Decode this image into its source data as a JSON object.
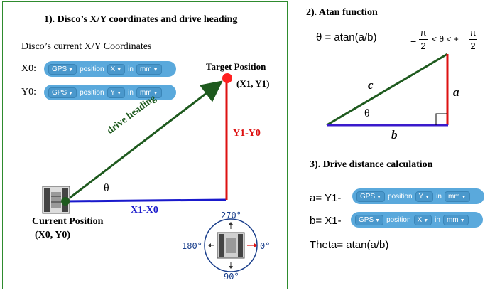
{
  "panel1": {
    "title": "1).  Disco’s X/Y coordinates and drive heading",
    "coords_label": "Disco’s current X/Y Coordinates",
    "x0_label": "X0:",
    "y0_label": "Y0:",
    "x0_block": {
      "source": "GPS",
      "word1": "position",
      "axis": "X",
      "word2": "in",
      "unit": "mm"
    },
    "y0_block": {
      "source": "GPS",
      "word1": "position",
      "axis": "Y",
      "word2": "in",
      "unit": "mm"
    },
    "target_title": "Target Position",
    "target_coords": "(X1, Y1)",
    "y_diff": "Y1-Y0",
    "x_diff": "X1-X0",
    "heading_label": "drive heading",
    "theta": "θ",
    "current_title": "Current Position",
    "current_coords": "(X0, Y0)",
    "compass": {
      "n": "270°",
      "s": "90°",
      "e": "0°",
      "w": "180°"
    }
  },
  "panel2": {
    "title": "2).  Atan function",
    "formula": "θ  = atan(a/b)",
    "range_minus": "−",
    "pi": "π",
    "two": "2",
    "range_mid": "< θ < +",
    "side_c": "c",
    "side_a": "a",
    "side_b": "b",
    "theta": "θ"
  },
  "panel3": {
    "title": "3). Drive distance calculation",
    "a_label": "a= Y1-",
    "b_label": "b= X1-",
    "a_block": {
      "source": "GPS",
      "word1": "position",
      "axis": "Y",
      "word2": "in",
      "unit": "mm"
    },
    "b_block": {
      "source": "GPS",
      "word1": "position",
      "axis": "X",
      "word2": "in",
      "unit": "mm"
    },
    "theta_line": "Theta= atan(a/b)"
  },
  "colors": {
    "heading": "#1e5a1e",
    "x_diff": "#1a1acc",
    "y_diff": "#dd1111",
    "block": "#5aa9dc",
    "frame": "#2e8b2e"
  }
}
